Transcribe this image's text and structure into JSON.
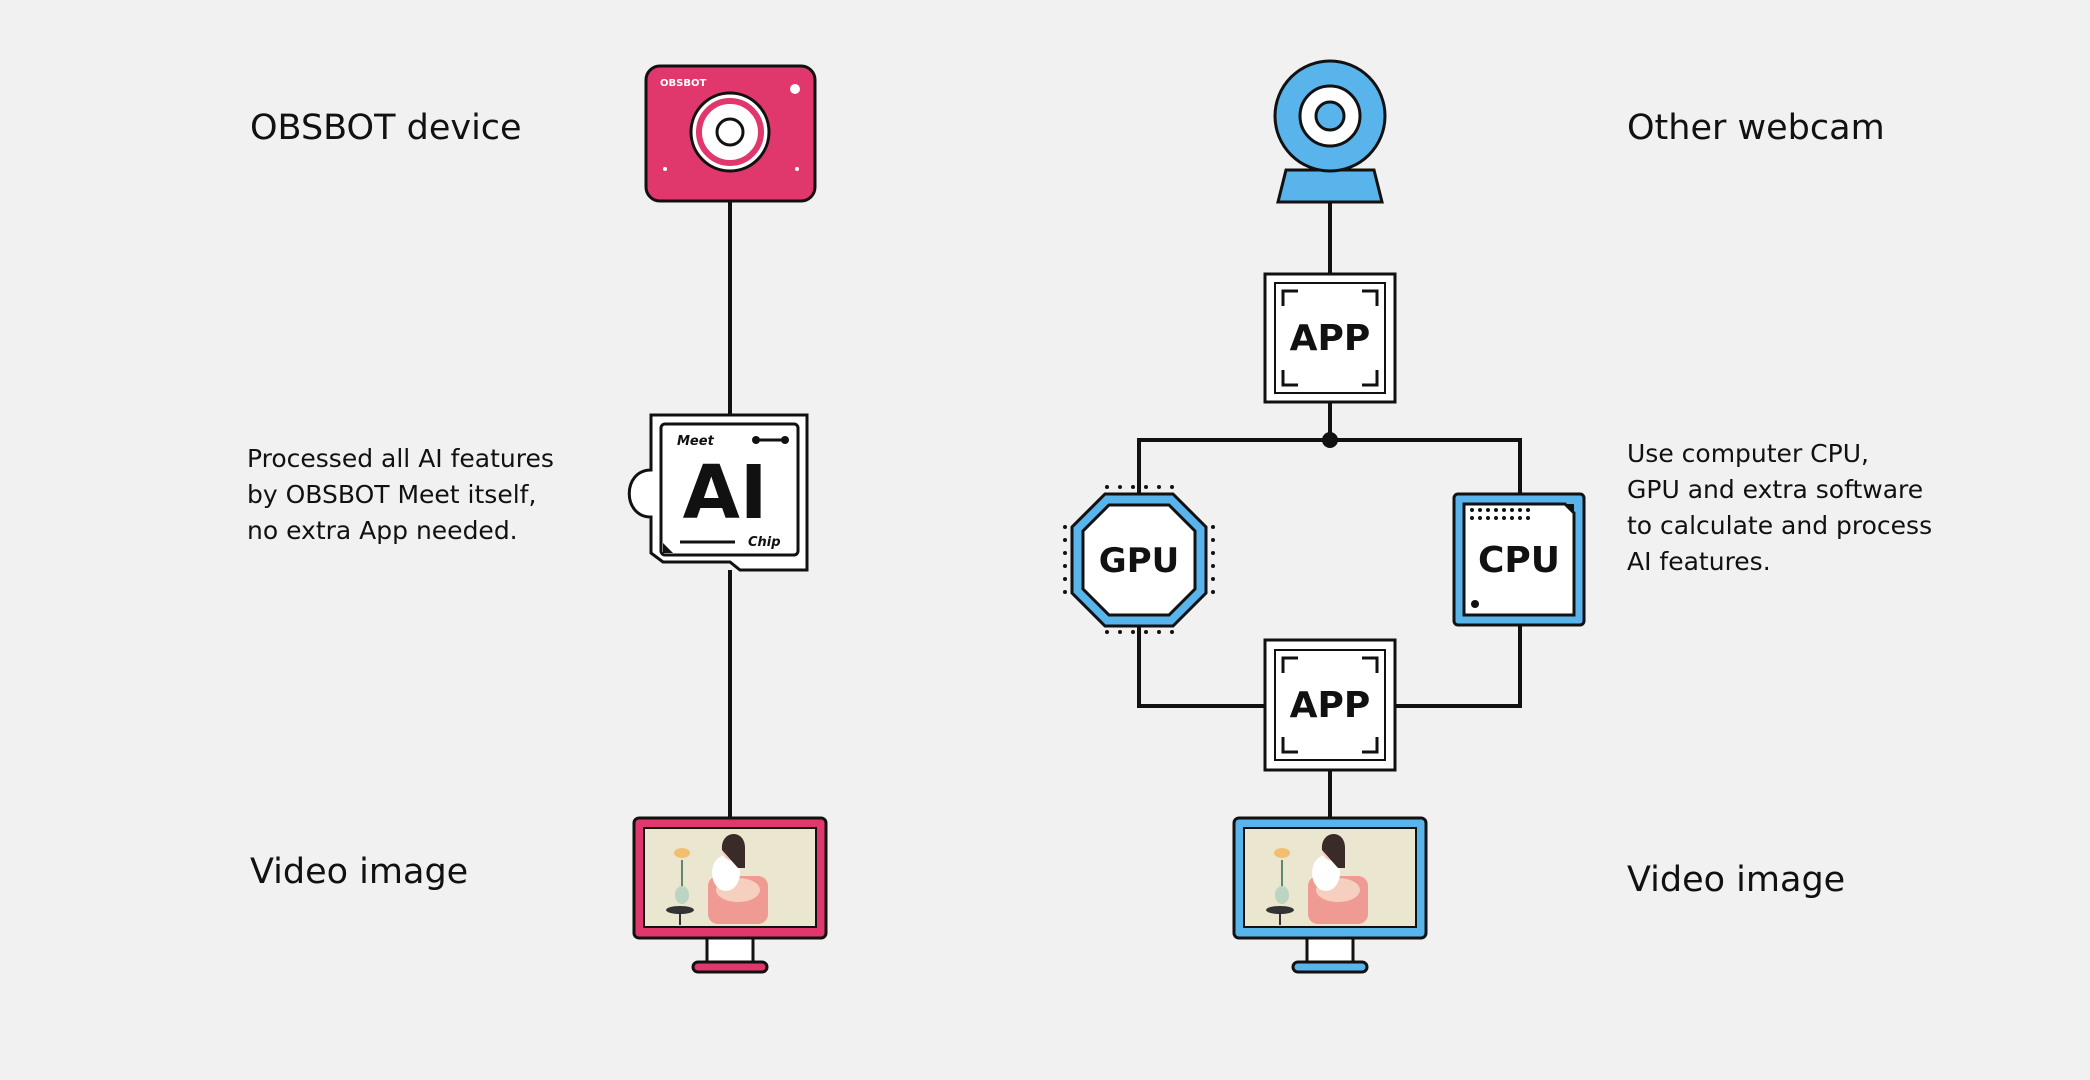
{
  "left": {
    "title": "OBSBOT device",
    "device_brand": "OBSBOT",
    "chip_top_label": "Meet",
    "chip_main_label": "AI",
    "chip_bottom_label": "Chip",
    "description_lines": [
      "Processed all AI features",
      "by OBSBOT Meet itself,",
      "no extra App needed."
    ],
    "output_label": "Video image"
  },
  "right": {
    "title": "Other webcam",
    "app_top_label": "APP",
    "gpu_label": "GPU",
    "cpu_label": "CPU",
    "app_bottom_label": "APP",
    "description_lines": [
      "Use computer CPU,",
      "GPU and extra software",
      "to calculate and process",
      "AI features."
    ],
    "output_label": "Video image"
  },
  "colors": {
    "obsbot_accent": "#e0376c",
    "webcam_accent": "#5ab4ec",
    "line": "#111111",
    "background": "#f1f1f1"
  }
}
